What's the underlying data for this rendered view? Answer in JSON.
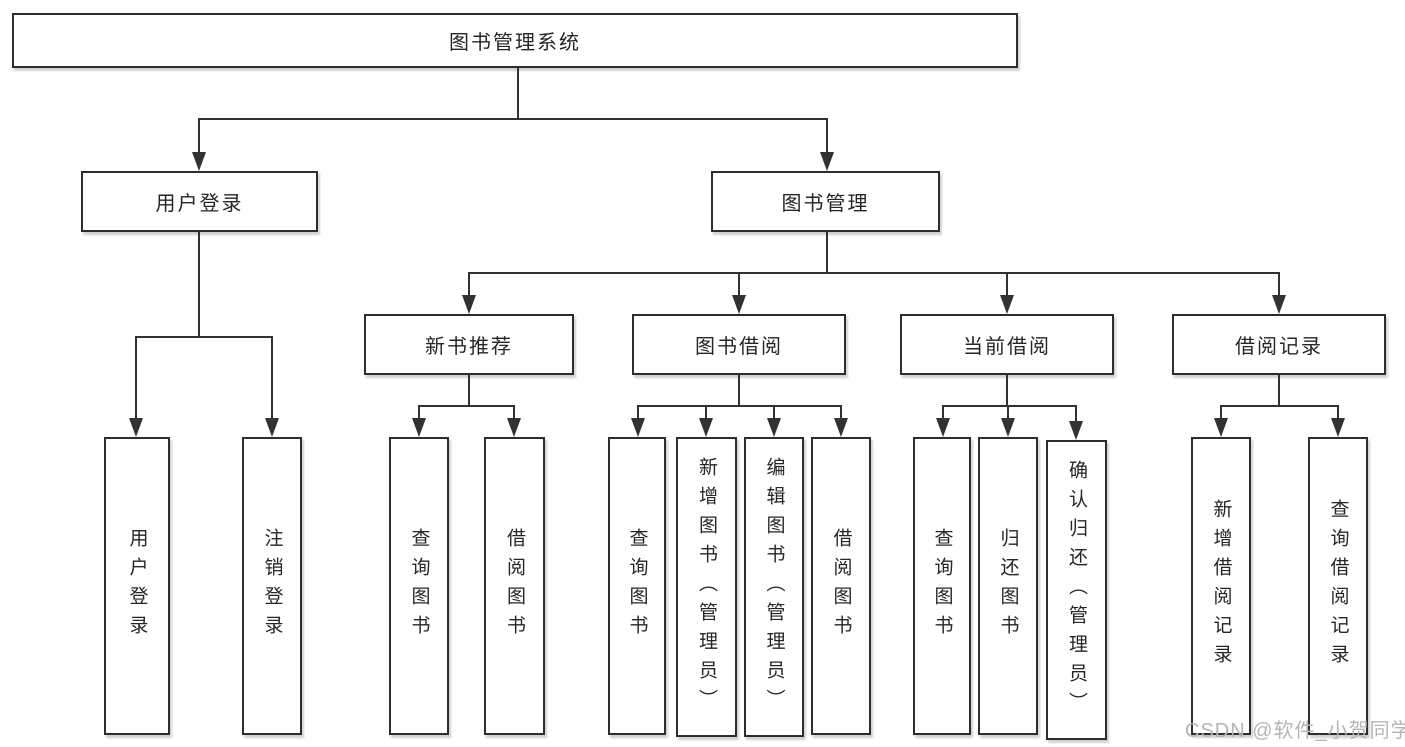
{
  "diagram": {
    "type": "hierarchy-tree",
    "colors": {
      "background": "#ffffff",
      "line": "#323232",
      "border": "#2d2d2d",
      "text": "#262626",
      "watermark": "#b5b5b5"
    },
    "tree": {
      "root": {
        "label": "图书管理系统"
      },
      "branches": [
        {
          "label": "用户登录",
          "leaves": [
            "用户登录",
            "注销登录"
          ]
        },
        {
          "label": "图书管理",
          "groups": [
            {
              "label": "新书推荐",
              "leaves": [
                "查询图书",
                "借阅图书"
              ]
            },
            {
              "label": "图书借阅",
              "leaves": [
                "查询图书",
                "新增图书（管理员）",
                "编辑图书（管理员）",
                "借阅图书"
              ]
            },
            {
              "label": "当前借阅",
              "leaves": [
                "查询图书",
                "归还图书",
                "确认归还（管理员）"
              ]
            },
            {
              "label": "借阅记录",
              "leaves": [
                "新增借阅记录",
                "查询借阅记录"
              ]
            }
          ]
        }
      ]
    },
    "watermark": {
      "text": "CSDN @软件_小贺同学"
    }
  }
}
